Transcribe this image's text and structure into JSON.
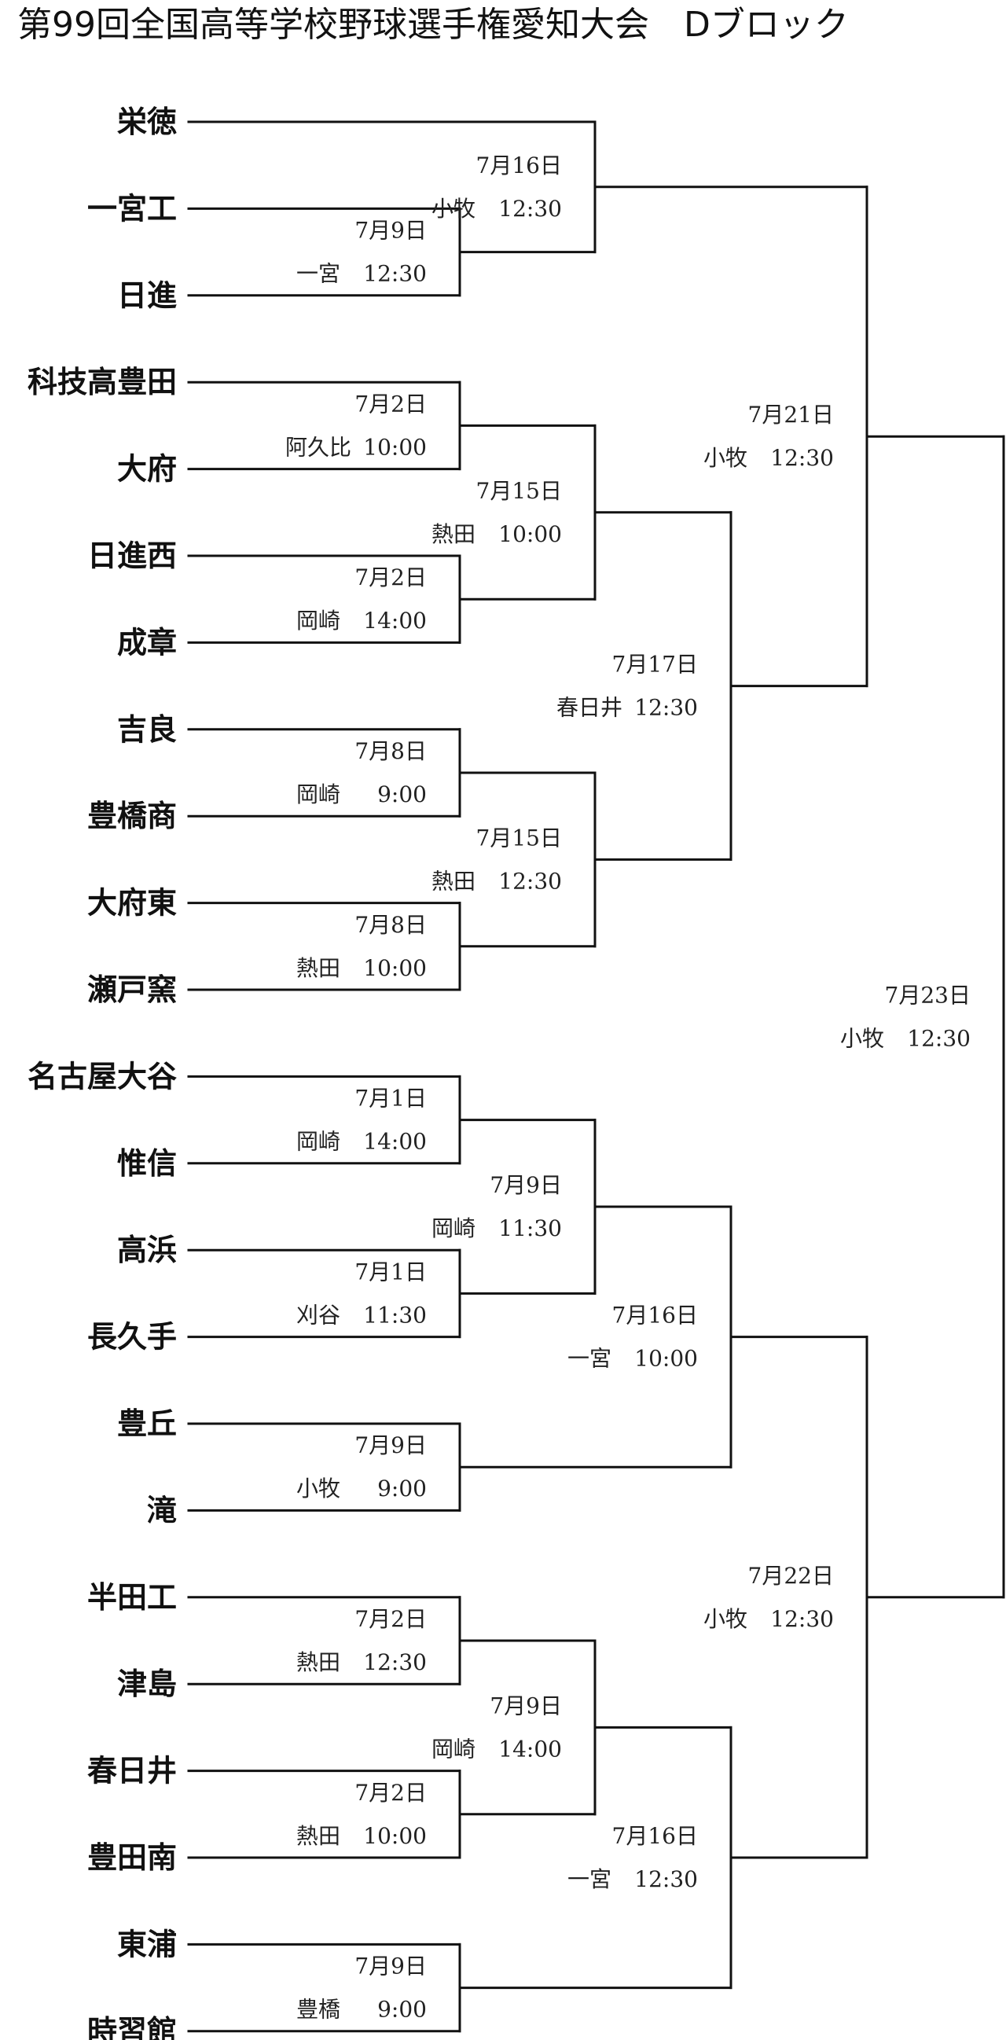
{
  "title": "第99回全国高等学校野球選手権愛知大会　Dブロック",
  "teams": [
    "栄徳",
    "一宮工",
    "日進",
    "科技高豊田",
    "大府",
    "日進西",
    "成章",
    "吉良",
    "豊橋商",
    "大府東",
    "瀬戸窯",
    "名古屋大谷",
    "惟信",
    "高浜",
    "長久手",
    "豊丘",
    "滝",
    "半田工",
    "津島",
    "春日井",
    "豊田南",
    "東浦",
    "時習館"
  ],
  "matches": [
    {
      "id": "r1a",
      "children": [
        1,
        2
      ],
      "date": "7月9日",
      "venue": "一宮",
      "time": "12:30"
    },
    {
      "id": "r1b",
      "children": [
        3,
        4
      ],
      "date": "7月2日",
      "venue": "阿久比",
      "time": "10:00"
    },
    {
      "id": "r1c",
      "children": [
        5,
        6
      ],
      "date": "7月2日",
      "venue": "岡崎",
      "time": "14:00"
    },
    {
      "id": "r1d",
      "children": [
        7,
        8
      ],
      "date": "7月8日",
      "venue": "岡崎",
      "time": "9:00"
    },
    {
      "id": "r1e",
      "children": [
        9,
        10
      ],
      "date": "7月8日",
      "venue": "熱田",
      "time": "10:00"
    },
    {
      "id": "r1f",
      "children": [
        11,
        12
      ],
      "date": "7月1日",
      "venue": "岡崎",
      "time": "14:00"
    },
    {
      "id": "r1g",
      "children": [
        13,
        14
      ],
      "date": "7月1日",
      "venue": "刈谷",
      "time": "11:30"
    },
    {
      "id": "r1h",
      "children": [
        15,
        16
      ],
      "date": "7月9日",
      "venue": "小牧",
      "time": "9:00"
    },
    {
      "id": "r1i",
      "children": [
        17,
        18
      ],
      "date": "7月2日",
      "venue": "熱田",
      "time": "12:30"
    },
    {
      "id": "r1j",
      "children": [
        19,
        20
      ],
      "date": "7月2日",
      "venue": "熱田",
      "time": "10:00"
    },
    {
      "id": "r1k",
      "children": [
        21,
        22
      ],
      "date": "7月9日",
      "venue": "豊橋",
      "time": "9:00"
    },
    {
      "id": "r2a",
      "children": [
        0,
        "r1a"
      ],
      "date": "7月16日",
      "venue": "小牧",
      "time": "12:30"
    },
    {
      "id": "r2b",
      "children": [
        "r1b",
        "r1c"
      ],
      "date": "7月15日",
      "venue": "熱田",
      "time": "10:00"
    },
    {
      "id": "r2c",
      "children": [
        "r1d",
        "r1e"
      ],
      "date": "7月15日",
      "venue": "熱田",
      "time": "12:30"
    },
    {
      "id": "r2d",
      "children": [
        "r1f",
        "r1g"
      ],
      "date": "7月9日",
      "venue": "岡崎",
      "time": "11:30"
    },
    {
      "id": "r2e",
      "children": [
        "r1i",
        "r1j"
      ],
      "date": "7月9日",
      "venue": "岡崎",
      "time": "14:00"
    },
    {
      "id": "r3a",
      "children": [
        "r2b",
        "r2c"
      ],
      "date": "7月17日",
      "venue": "春日井",
      "time": "12:30"
    },
    {
      "id": "r3b",
      "children": [
        "r2d",
        "r1h"
      ],
      "date": "7月16日",
      "venue": "一宮",
      "time": "10:00"
    },
    {
      "id": "r3c",
      "children": [
        "r2e",
        "r1k"
      ],
      "date": "7月16日",
      "venue": "一宮",
      "time": "12:30"
    },
    {
      "id": "r4a",
      "children": [
        "r2a",
        "r3a"
      ],
      "date": "7月21日",
      "venue": "小牧",
      "time": "12:30"
    },
    {
      "id": "r4b",
      "children": [
        "r3b",
        "r3c"
      ],
      "date": "7月22日",
      "venue": "小牧",
      "time": "12:30"
    },
    {
      "id": "final",
      "children": [
        "r4a",
        "r4b"
      ],
      "date": "7月23日",
      "venue": "小牧",
      "time": "12:30"
    }
  ]
}
